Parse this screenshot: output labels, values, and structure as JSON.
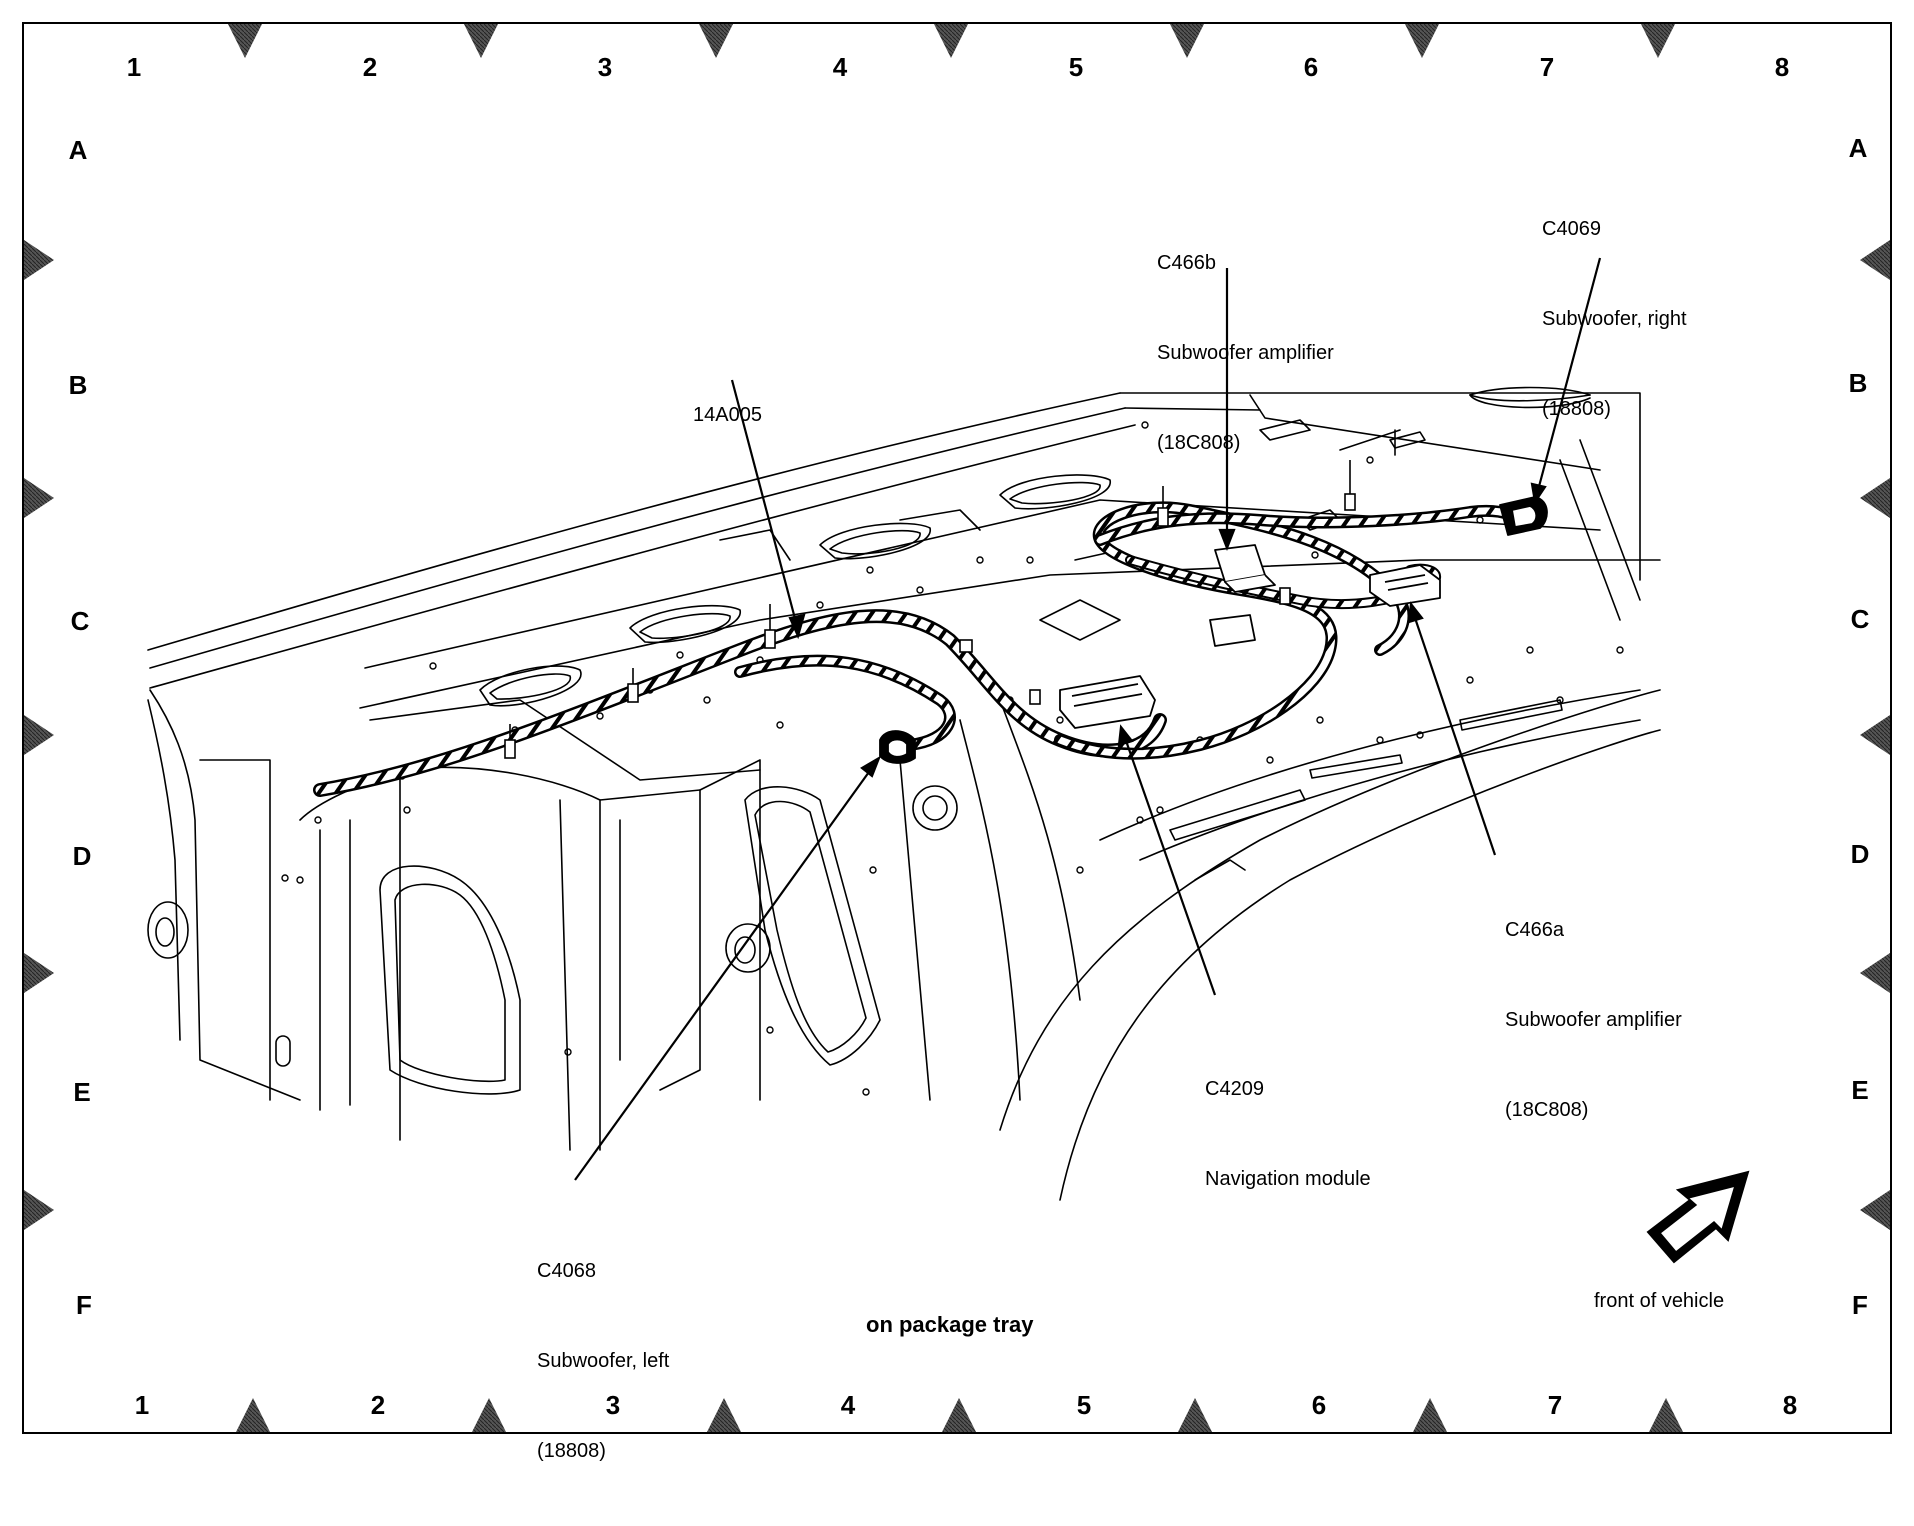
{
  "grid": {
    "columns": [
      "1",
      "2",
      "3",
      "4",
      "5",
      "6",
      "7",
      "8"
    ],
    "rows": [
      "A",
      "B",
      "C",
      "D",
      "E",
      "F"
    ]
  },
  "callouts": {
    "harness": {
      "id": "14A005"
    },
    "c466b": {
      "id": "C466b",
      "desc": "Subwoofer amplifier",
      "part": "(18C808)"
    },
    "c4069": {
      "id": "C4069",
      "desc": "Subwoofer, right",
      "part": "(18808)"
    },
    "c466a": {
      "id": "C466a",
      "desc": "Subwoofer amplifier",
      "part": "(18C808)"
    },
    "c4209": {
      "id": "C4209",
      "desc": "Navigation module"
    },
    "c4068": {
      "id": "C4068",
      "desc": "Subwoofer, left",
      "part": "(18808)"
    }
  },
  "caption": "on package tray",
  "orientation": {
    "label": "front of vehicle",
    "icon": "front-arrow-icon"
  }
}
